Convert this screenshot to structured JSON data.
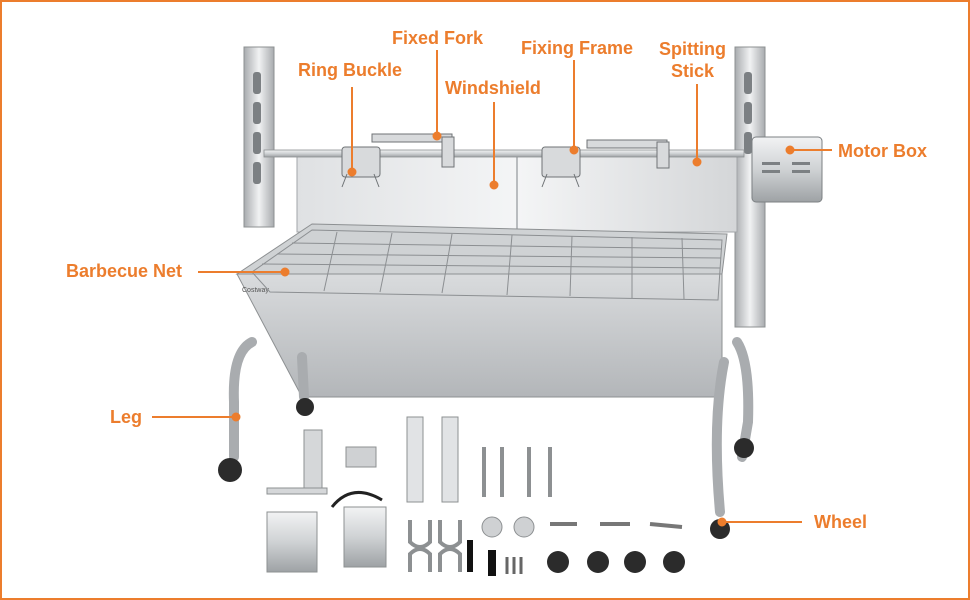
{
  "colors": {
    "accent": "#ec7d2d",
    "steel_light": "#e6e7e8",
    "steel_dark": "#8d9092",
    "background": "#ffffff"
  },
  "labels": {
    "fixed_fork": "Fixed Fork",
    "ring_buckle": "Ring Buckle",
    "windshield": "Windshield",
    "fixing_frame": "Fixing Frame",
    "spitting_stick_line1": "Spitting",
    "spitting_stick_line2": "Stick",
    "motor_box": "Motor Box",
    "barbecue_net": "Barbecue Net",
    "leg": "Leg",
    "wheel": "Wheel"
  },
  "brand_mark": "Costway"
}
